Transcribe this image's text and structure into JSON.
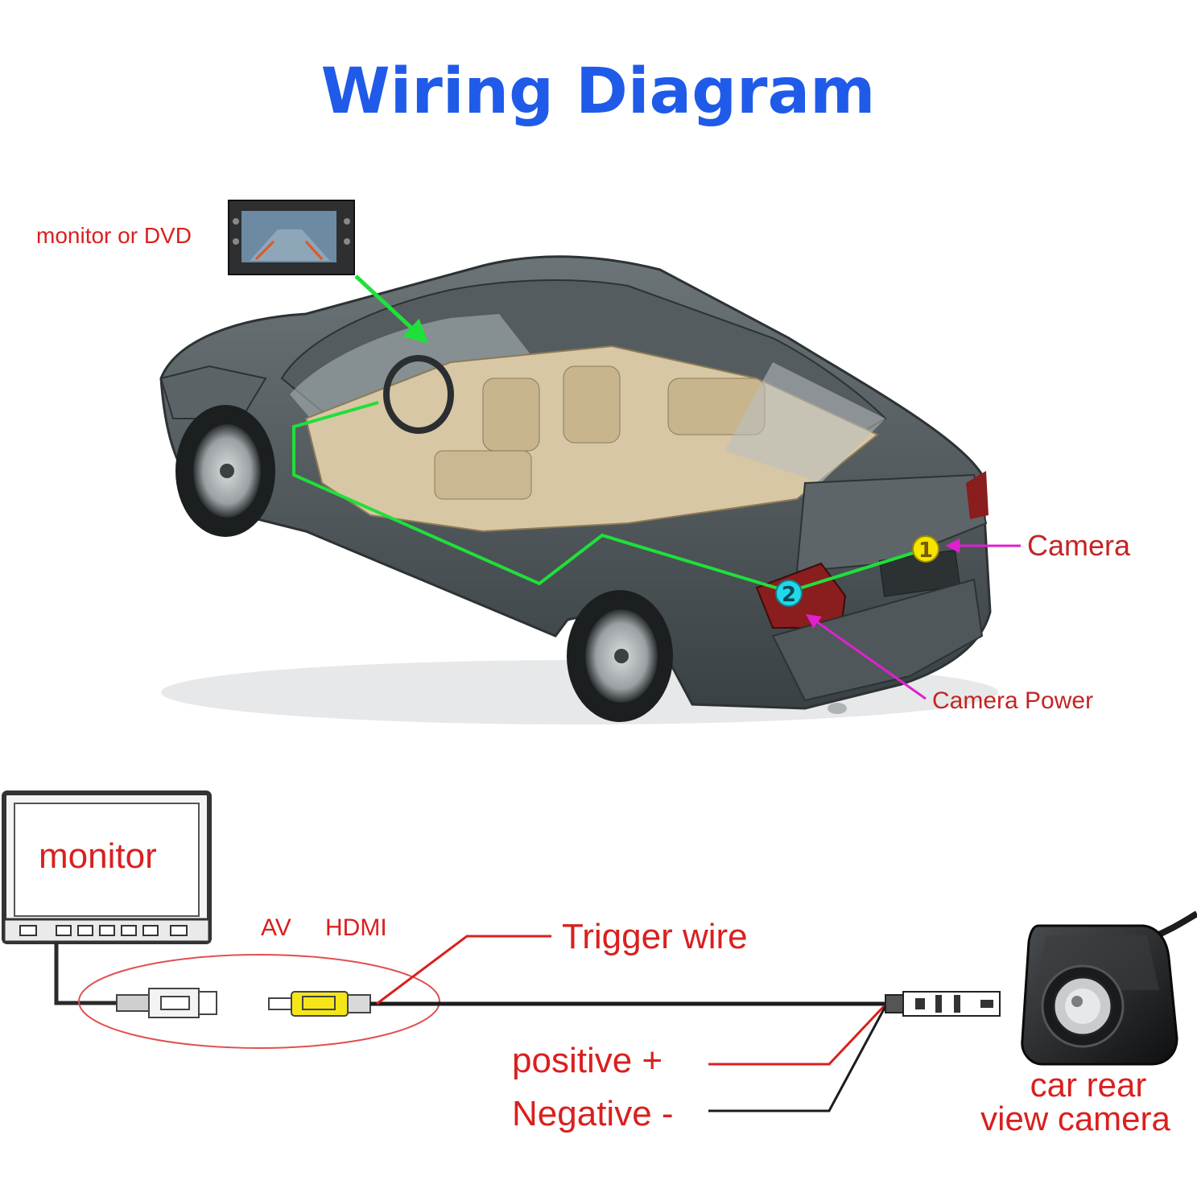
{
  "title": "Wiring Diagram",
  "labels": {
    "monitor_or_dvd": "monitor or DVD",
    "camera": "Camera",
    "camera_power": "Camera Power",
    "monitor": "monitor",
    "av": "AV",
    "hdmi": "HDMI",
    "trigger_wire": "Trigger wire",
    "positive": "positive +",
    "negative": "Negative -",
    "car_rear_line1": "car rear",
    "car_rear_line2": "view camera"
  },
  "markers": {
    "camera_point": "1",
    "power_point": "2"
  },
  "colors": {
    "title": "#1f5be8",
    "label_red": "#d9201f",
    "wire_green": "#1fe03a",
    "pointer_magenta": "#e020d0",
    "marker_yellow": "#f4e400",
    "marker_cyan": "#22d8e8",
    "car_body": "#4b5356",
    "interior": "#d8c7a4"
  }
}
